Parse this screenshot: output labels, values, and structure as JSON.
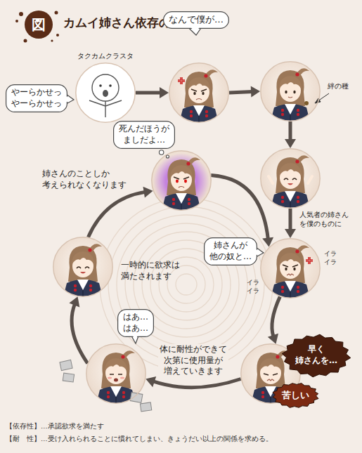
{
  "diagram": {
    "title": "カムイ姉さん依存の循環",
    "nodes": [
      {
        "text": [
          "図"
        ]
      },
      {
        "text": [
          "タクカムクラスタ"
        ]
      },
      {
        "text": [
          "やーらかせっ やーらかせっ"
        ]
      },
      {
        "text": [
          "なんで僕が…"
        ]
      },
      {
        "text": []
      },
      {
        "text": [
          "絆の種"
        ]
      },
      {
        "text": [
          "人気者の姉さん を僕のものに"
        ]
      },
      {
        "text": []
      },
      {
        "text": [
          "姉さんが 他の奴と…"
        ]
      },
      {
        "text": []
      },
      {
        "text": [
          "早く 姉さんを…"
        ]
      },
      {
        "text": [
          "苦しい"
        ]
      },
      {
        "text": []
      },
      {
        "text": [
          "はあ… はあ…"
        ]
      },
      {
        "text": [
          "一時的に欲求は 満たされます"
        ]
      },
      {
        "text": [
          "姉さんのことしか 考えられなくなります"
        ]
      },
      {
        "text": [
          "死んだほうが ましだよ…"
        ]
      }
    ],
    "edges": [
      {
        "from": 1,
        "to": 4,
        "arrow": "to"
      },
      {
        "from": 4,
        "to": 5,
        "arrow": "to"
      },
      {
        "from": 5,
        "to": 6,
        "arrow": "to"
      },
      {
        "from": 6,
        "to": 7,
        "arrow": "to"
      },
      {
        "from": 7,
        "to": 9,
        "arrow": "to"
      },
      {
        "from": 9,
        "to": 12,
        "label": "体に耐性ができて 次第に使用量が 増えていきます",
        "arrow": "to"
      },
      {
        "from": 12,
        "to": 14,
        "arrow": "to"
      },
      {
        "from": 14,
        "to": 15,
        "arrow": "to"
      },
      {
        "from": 15,
        "to": 7,
        "arrow": "to"
      }
    ],
    "labels": [
      "イラ イラ",
      "イラ イラ",
      "【依存性】…承認欲求を満たす",
      "【耐　性】…受け入れられることに慣れてしまい、きょうだい以上の関係を求める。"
    ]
  }
}
